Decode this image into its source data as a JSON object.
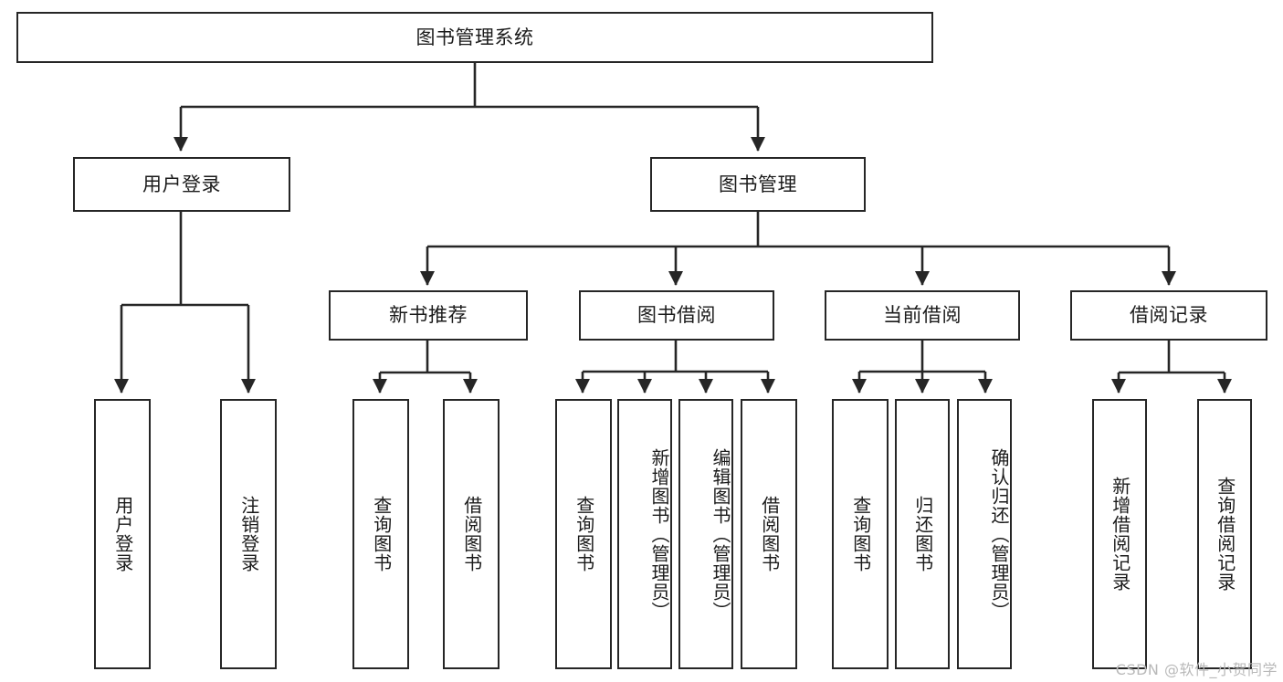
{
  "diagram": {
    "title": "图书管理系统",
    "type": "tree-hierarchy-chart",
    "root": {
      "label": "图书管理系统"
    },
    "level2": [
      {
        "label": "用户登录"
      },
      {
        "label": "图书管理"
      }
    ],
    "level3": [
      {
        "label": "新书推荐"
      },
      {
        "label": "图书借阅"
      },
      {
        "label": "当前借阅"
      },
      {
        "label": "借阅记录"
      }
    ],
    "leaves": {
      "user_login": [
        {
          "label": "用户登录"
        },
        {
          "label": "注销登录"
        }
      ],
      "new_book_recommend": [
        {
          "label": "查询图书"
        },
        {
          "label": "借阅图书"
        }
      ],
      "book_borrow": [
        {
          "label": "查询图书"
        },
        {
          "label": "新增图书（管理员）"
        },
        {
          "label": "编辑图书（管理员）"
        },
        {
          "label": "借阅图书"
        }
      ],
      "current_borrow": [
        {
          "label": "查询图书"
        },
        {
          "label": "归还图书"
        },
        {
          "label": "确认归还（管理员）"
        }
      ],
      "borrow_record": [
        {
          "label": "新增借阅记录"
        },
        {
          "label": "查询借阅记录"
        }
      ]
    }
  },
  "watermark": {
    "text": "CSDN @软件_小贺同学"
  },
  "colors": {
    "line": "#262626",
    "box_border": "#262626",
    "background": "#ffffff",
    "text": "#1b1b1b",
    "watermark": "#b9b9b9"
  }
}
